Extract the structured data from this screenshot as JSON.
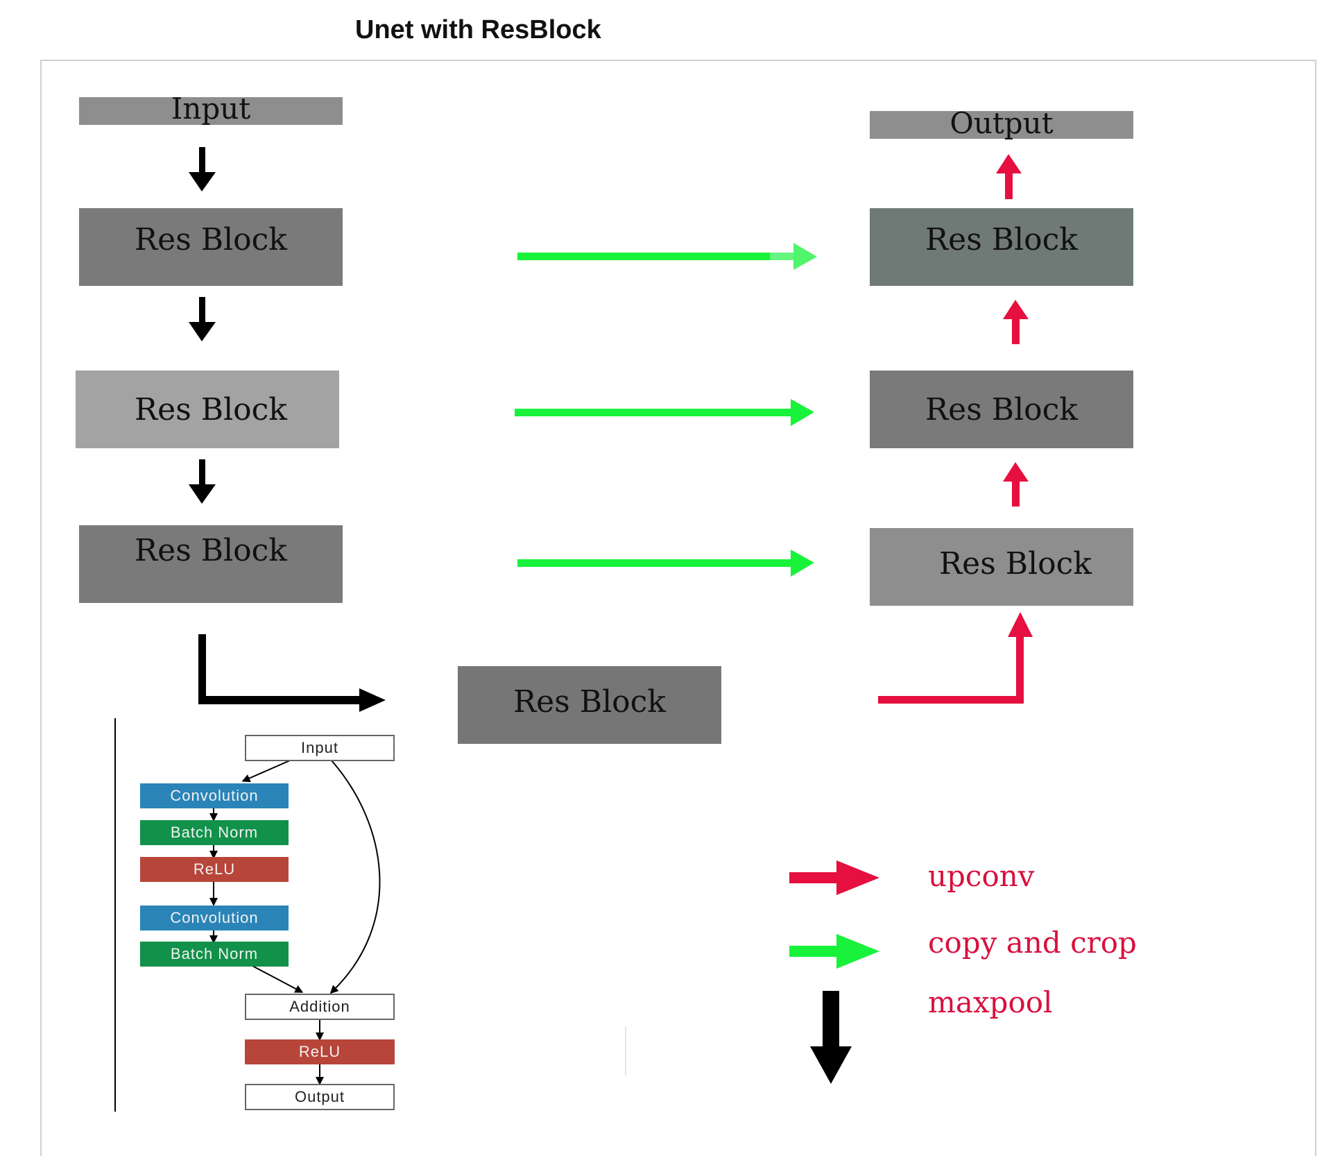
{
  "title": "Unet with ResBlock",
  "colors": {
    "box_dark": "#7a7a7a",
    "box_light": "#a3a3a3",
    "box_slate": "#6f7a77",
    "upconv": "#e5103f",
    "copy_crop": "#19f23a",
    "maxpool": "#000000",
    "conv": "#2a84b8",
    "batchnorm": "#11914a",
    "relu": "#b84539"
  },
  "unet": {
    "input_label": "Input",
    "output_label": "Output",
    "encoder": [
      "Res Block",
      "Res Block",
      "Res Block"
    ],
    "bottleneck": "Res Block",
    "decoder": [
      "Res Block",
      "Res Block",
      "Res Block"
    ]
  },
  "resblock": {
    "input": "Input",
    "conv1": "Convolution",
    "bn1": "Batch Norm",
    "relu1": "ReLU",
    "conv2": "Convolution",
    "bn2": "Batch Norm",
    "addition": "Addition",
    "relu2": "ReLU",
    "output": "Output"
  },
  "legend": {
    "upconv": "upconv",
    "copy_crop": "copy and crop",
    "maxpool": "maxpool"
  }
}
